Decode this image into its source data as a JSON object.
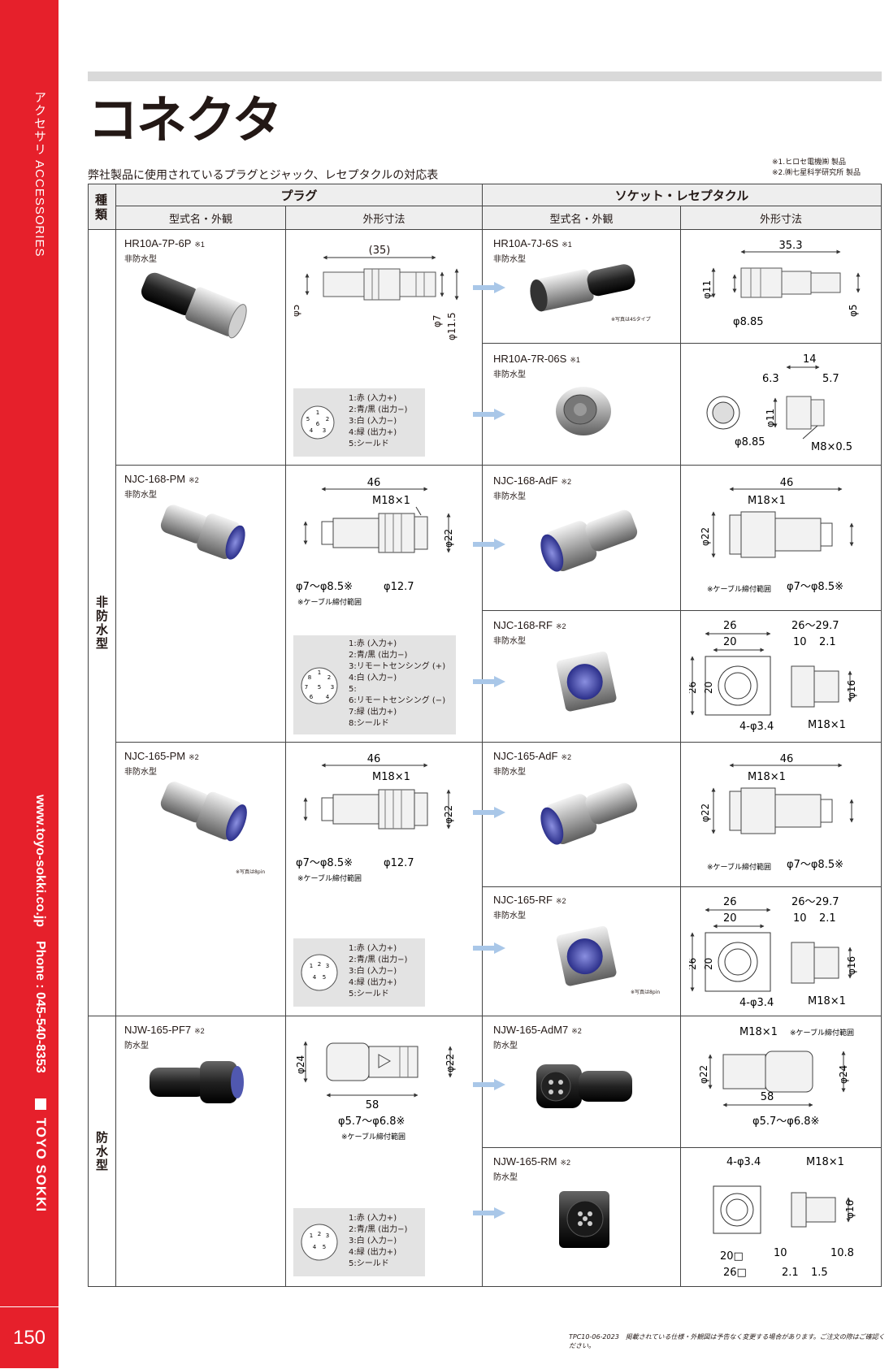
{
  "sidebar": {
    "category": "アクセサリ ACCESSORIES",
    "url": "www.toyo-sokki.co.jp",
    "phone": "Phone : 045-540-8353",
    "logo": "TOYO SOKKI",
    "page_number": "150",
    "color": "#e6202b"
  },
  "title": "コネクタ",
  "subtitle": "弊社製品に使用されているプラグとジャック、レセプタクルの対応表",
  "notes": [
    "※1.ヒロセ電機㈱ 製品",
    "※2.㈱七星科学研究所 製品"
  ],
  "table": {
    "col_type": "種類",
    "plug": "プラグ",
    "socket": "ソケット・レセプタクル",
    "sub_model": "型式名・外観",
    "sub_dim": "外形寸法",
    "group_nonwater": "非防水型",
    "group_water": "防水型"
  },
  "plugs": [
    {
      "model": "HR10A-7P-6P",
      "note": "※1",
      "type": "非防水型",
      "dims": [
        "(35)",
        "φ5",
        "φ7",
        "φ11.5"
      ],
      "wiring": [
        "1:赤 (入力+)",
        "2:青/黒 (出力−)",
        "3:白 (入力−)",
        "4:緑 (出力+)",
        "5:シールド"
      ],
      "pins": [
        "1",
        "2",
        "3",
        "4",
        "5",
        "6"
      ]
    },
    {
      "model": "NJC-168-PM",
      "note": "※2",
      "type": "非防水型",
      "dims": [
        "46",
        "M18×1",
        "φ22",
        "φ7〜φ8.5※",
        "φ12.7",
        "※ケーブル締付範囲"
      ],
      "wiring": [
        "1:赤 (入力+)",
        "2:青/黒 (出力−)",
        "3:リモートセンシング (+)",
        "4:白 (入力−)",
        "5:",
        "6:リモートセンシング (−)",
        "7:緑 (出力+)",
        "8:シールド"
      ],
      "pins": [
        "1",
        "2",
        "3",
        "4",
        "5",
        "6",
        "7",
        "8"
      ]
    },
    {
      "model": "NJC-165-PM",
      "note": "※2",
      "type": "非防水型",
      "photo_caption": "※写真は8pin",
      "dims": [
        "46",
        "M18×1",
        "φ22",
        "φ7〜φ8.5※",
        "φ12.7",
        "※ケーブル締付範囲"
      ],
      "wiring": [
        "1:赤 (入力+)",
        "2:青/黒 (出力−)",
        "3:白 (入力−)",
        "4:緑 (出力+)",
        "5:シールド"
      ],
      "pins": [
        "1",
        "2",
        "3",
        "4",
        "5"
      ]
    },
    {
      "model": "NJW-165-PF7",
      "note": "※2",
      "type": "防水型",
      "dims": [
        "φ24",
        "φ22",
        "58",
        "φ5.7〜φ6.8※",
        "※ケーブル締付範囲"
      ],
      "wiring": [
        "1:赤 (入力+)",
        "2:青/黒 (出力−)",
        "3:白 (入力−)",
        "4:緑 (出力+)",
        "5:シールド"
      ],
      "pins": [
        "1",
        "2",
        "3",
        "4",
        "5"
      ]
    }
  ],
  "sockets": [
    {
      "model": "HR10A-7J-6S",
      "note": "※1",
      "type": "非防水型",
      "photo_caption": "※写真は4Sタイプ",
      "dims": [
        "35.3",
        "φ11",
        "φ8.85",
        "φ5"
      ]
    },
    {
      "model": "HR10A-7R-06S",
      "note": "※1",
      "type": "非防水型",
      "dims": [
        "14",
        "6.3",
        "5.7",
        "φ11",
        "φ8.85",
        "M8×0.5"
      ]
    },
    {
      "model": "NJC-168-AdF",
      "note": "※2",
      "type": "非防水型",
      "dims": [
        "46",
        "M18×1",
        "φ22",
        "φ7〜φ8.5※",
        "※ケーブル締付範囲"
      ]
    },
    {
      "model": "NJC-168-RF",
      "note": "※2",
      "type": "非防水型",
      "dims": [
        "26",
        "20",
        "26〜29.7",
        "10",
        "2.1",
        "26",
        "20",
        "φ16",
        "4-φ3.4",
        "M18×1"
      ]
    },
    {
      "model": "NJC-165-AdF",
      "note": "※2",
      "type": "非防水型",
      "dims": [
        "46",
        "M18×1",
        "φ22",
        "φ7〜φ8.5※",
        "※ケーブル締付範囲"
      ]
    },
    {
      "model": "NJC-165-RF",
      "note": "※2",
      "type": "非防水型",
      "photo_caption": "※写真は8pin",
      "dims": [
        "26",
        "20",
        "26〜29.7",
        "10",
        "2.1",
        "26",
        "20",
        "φ16",
        "4-φ3.4",
        "M18×1"
      ]
    },
    {
      "model": "NJW-165-AdM7",
      "note": "※2",
      "type": "防水型",
      "dims": [
        "M18×1",
        "※ケーブル締付範囲",
        "φ22",
        "φ24",
        "58",
        "φ5.7〜φ6.8※"
      ]
    },
    {
      "model": "NJW-165-RM",
      "note": "※2",
      "type": "防水型",
      "dims": [
        "4-φ3.4",
        "M18×1",
        "φ16",
        "20□",
        "26□",
        "10",
        "10.8",
        "2.1",
        "1.5"
      ]
    }
  ],
  "footer": "TPC10-06-2023　掲載されている仕様・外観図は予告なく変更する場合があります。ご注文の際はご確認ください。"
}
